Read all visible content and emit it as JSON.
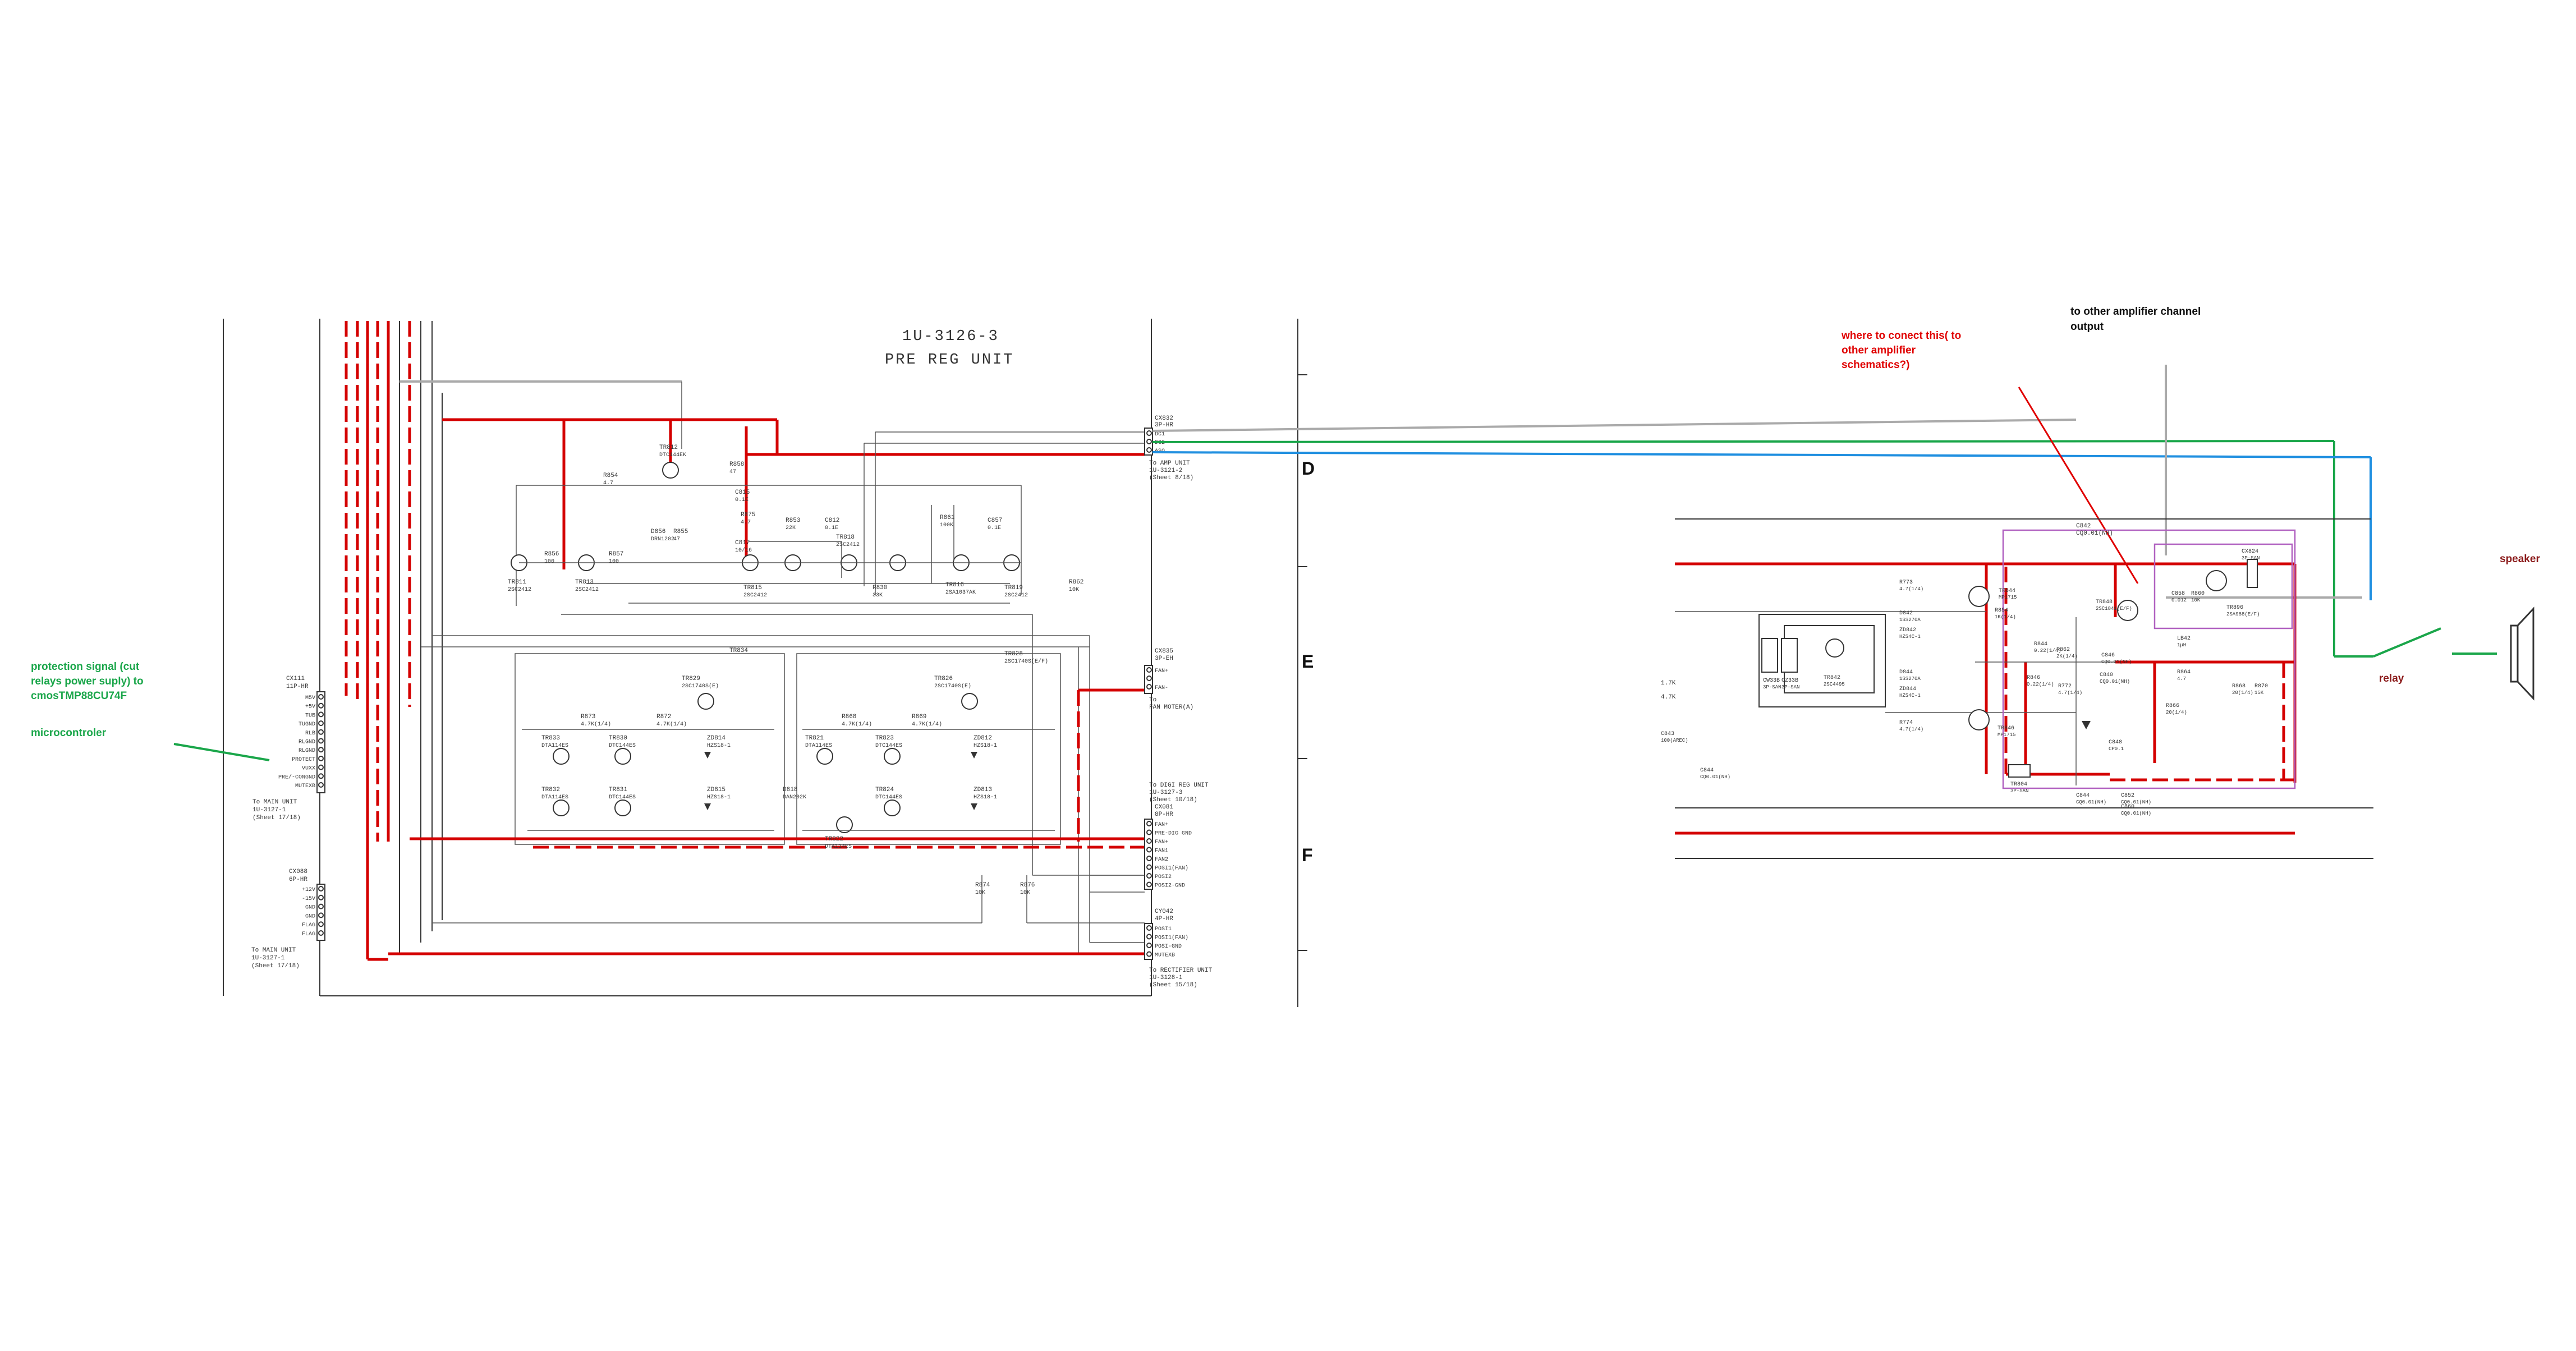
{
  "unit": {
    "title_code": "1U-3126-3",
    "title_name": "PRE REG UNIT"
  },
  "row_markers": [
    "D",
    "E",
    "F"
  ],
  "colors": {
    "power_red": "#d40000",
    "signal_green": "#1aa64a",
    "signal_blue": "#1f8fe0",
    "signal_gray": "#aaaaaa",
    "annotation_red": "#e00000",
    "annotation_green": "#1aa64a",
    "annotation_black": "#111111",
    "annotation_maroon": "#8b1a1a",
    "outline_magenta": "#b060c0"
  },
  "annotations": {
    "protection_line1": "protection signal (cut",
    "protection_line2": "relays power suply) to",
    "protection_line3": "cmosTMP88CU74F",
    "microcontroler": "microcontroler",
    "where_line1": "where to conect this( to",
    "where_line2": "other amplifier",
    "where_line3": "schematics?)",
    "other_ch_line1": "to other amplifier channel",
    "other_ch_line2": "output",
    "speaker": "speaker",
    "relay": "relay"
  },
  "connectors": {
    "cx111": {
      "name": "CX111",
      "type": "11P-HR",
      "pins": [
        "M5V",
        "+5V",
        "TUB",
        "TUGND",
        "RLB",
        "RLGND",
        "RLGND",
        "PROTECT",
        "VUXX",
        "PRE/-CONGND",
        "MUTEXB"
      ],
      "dest": [
        "To MAIN UNIT",
        "1U-3127-1",
        "(Sheet 17/18)"
      ]
    },
    "cx088": {
      "name": "CX088",
      "type": "6P-HR",
      "pins": [
        "+12V",
        "-15V",
        "GND",
        "GND",
        "FLAG",
        "FLAG"
      ],
      "dest": [
        "To MAIN UNIT",
        "1U-3127-1",
        "(Sheet 17/18)"
      ]
    },
    "cx832": {
      "name": "CX832",
      "type": "3P-HR",
      "pins": [
        "DC1",
        "DC2",
        "ASO"
      ],
      "dest": [
        "To AMP UNIT",
        "1U-3121-2",
        "(Sheet 8/18)"
      ]
    },
    "cx835": {
      "name": "CX835",
      "type": "3P-EH",
      "pins": [
        "FAN+",
        "",
        "FAN-"
      ],
      "dest": [
        "To",
        "FAN MOTER(A)"
      ]
    },
    "cx081": {
      "name": "CX081",
      "type": "8P-HR",
      "pins": [
        "FAN+",
        "PRE-DIG GND",
        "FAN+",
        "FAN1",
        "FAN2",
        "POSI1(FAN)",
        "POSI2",
        "POSI2-GND"
      ],
      "dest": [
        "To DIGI REG UNIT",
        "1U-3127-3",
        "(Sheet 10/18)"
      ]
    },
    "cy042": {
      "name": "CY042",
      "type": "4P-HR",
      "pins": [
        "POSI1",
        "POSI1(FAN)",
        "POSI-GND",
        "MUTEXB"
      ],
      "dest": [
        "To RECTIFIER UNIT",
        "1U-3128-1",
        "(Sheet 15/18)"
      ]
    }
  },
  "components_top": [
    {
      "ref": "TR811",
      "part": "2SC2412"
    },
    {
      "ref": "R856",
      "part": "100"
    },
    {
      "ref": "TR813",
      "part": "2SC2412"
    },
    {
      "ref": "R857",
      "part": "100"
    },
    {
      "ref": "R854",
      "part": "4.7"
    },
    {
      "ref": "TR812",
      "part": "DTC144EK"
    },
    {
      "ref": "D856",
      "part": "DRN1202"
    },
    {
      "ref": "R855",
      "part": "47"
    },
    {
      "ref": "R858",
      "part": "47"
    },
    {
      "ref": "C815",
      "part": "0.1E"
    },
    {
      "ref": "R875",
      "part": "4.7"
    },
    {
      "ref": "C817",
      "part": "10/16"
    },
    {
      "ref": "TR815",
      "part": "2SC2412"
    },
    {
      "ref": "R853",
      "part": "22K"
    },
    {
      "ref": "TR818",
      "part": "2SC2412"
    },
    {
      "ref": "C812",
      "part": "0.1E"
    },
    {
      "ref": "R830",
      "part": "33K"
    },
    {
      "ref": "TR816",
      "part": "2SA1037AK"
    },
    {
      "ref": "R861",
      "part": "100K"
    },
    {
      "ref": "C857",
      "part": "0.1E"
    },
    {
      "ref": "TR819",
      "part": "2SC2412"
    },
    {
      "ref": "R862",
      "part": "10K"
    }
  ],
  "components_mid": [
    {
      "ref": "TR834",
      "part": ""
    },
    {
      "ref": "TR828",
      "part": "2SC1740S(E/F)"
    },
    {
      "ref": "TR829",
      "part": "2SC1740S(E)"
    },
    {
      "ref": "R873",
      "part": "4.7K(1/4)"
    },
    {
      "ref": "R872",
      "part": "4.7K(1/4)"
    },
    {
      "ref": "TR833",
      "part": "DTA114ES"
    },
    {
      "ref": "TR830",
      "part": "DTC144ES"
    },
    {
      "ref": "ZD814",
      "part": "HZS18-1"
    },
    {
      "ref": "TR832",
      "part": "DTA114ES"
    },
    {
      "ref": "TR831",
      "part": "DTC144ES"
    },
    {
      "ref": "ZD815",
      "part": "HZS18-1"
    },
    {
      "ref": "TR826",
      "part": "2SC1740S(E)"
    },
    {
      "ref": "R868",
      "part": "4.7K(1/4)"
    },
    {
      "ref": "R869",
      "part": "4.7K(1/4)"
    },
    {
      "ref": "TR821",
      "part": "DTA114ES"
    },
    {
      "ref": "TR823",
      "part": "DTC144ES"
    },
    {
      "ref": "ZD812",
      "part": "HZS18-1"
    },
    {
      "ref": "D818",
      "part": "DAN202K"
    },
    {
      "ref": "TR822",
      "part": "DTA114ES"
    },
    {
      "ref": "TR824",
      "part": "DTC144ES"
    },
    {
      "ref": "ZD813",
      "part": "HZS18-1"
    },
    {
      "ref": "R874",
      "part": "10K"
    },
    {
      "ref": "R876",
      "part": "10K"
    }
  ],
  "amp_section": {
    "c842": "C842",
    "cq": "CQ0.01(NH)",
    "components": [
      {
        "ref": "R773",
        "part": "4.7(1/4)"
      },
      {
        "ref": "D842",
        "part": "1SS270A"
      },
      {
        "ref": "ZD842",
        "part": "HZS4C-1"
      },
      {
        "ref": "TR844",
        "part": "MP1715"
      },
      {
        "ref": "R854",
        "part": "1K(1/4)"
      },
      {
        "ref": "R844",
        "part": "0.22(1/4)"
      },
      {
        "ref": "R846",
        "part": "0.22(1/4)"
      },
      {
        "ref": "R862",
        "part": "2K(1/4)"
      },
      {
        "ref": "TR848",
        "part": "2SC1841(E/F)"
      },
      {
        "ref": "C846",
        "part": "CQ0.01(NH)"
      },
      {
        "ref": "D844",
        "part": "1SS270A"
      },
      {
        "ref": "ZD844",
        "part": "HZS4C-1"
      },
      {
        "ref": "R774",
        "part": "4.7(1/4)"
      },
      {
        "ref": "TR846",
        "part": "MP1715"
      },
      {
        "ref": "R772",
        "part": "4.7(1/4)"
      },
      {
        "ref": "C858",
        "part": "0.012"
      },
      {
        "ref": "R860",
        "part": "10K"
      },
      {
        "ref": "TR896",
        "part": "2SA988(E/F)"
      },
      {
        "ref": "LB42",
        "part": "1µH"
      },
      {
        "ref": "R864",
        "part": "4.7"
      },
      {
        "ref": "R866",
        "part": "20(1/4)"
      },
      {
        "ref": "R868",
        "part": "20(1/4)"
      },
      {
        "ref": "R870",
        "part": "15K"
      },
      {
        "ref": "C840",
        "part": "CQ0.01(NH)"
      },
      {
        "ref": "C848",
        "part": "CP0.1"
      },
      {
        "ref": "C844",
        "part": "CQ0.01(NH)"
      },
      {
        "ref": "C852",
        "part": "CQ0.01(NH)"
      },
      {
        "ref": "C860",
        "part": "CQ0.01(NH)"
      }
    ],
    "connectors": [
      {
        "name": "CW33B",
        "type": "3P-SAN"
      },
      {
        "name": "CZ33B",
        "type": "3P-SAN"
      },
      {
        "name": "TR842",
        "type": "2SC4495"
      },
      {
        "name": "C844",
        "type": "CQ0.01(NH)"
      },
      {
        "name": "C843",
        "type": "100(AREC)"
      },
      {
        "name": "TR804",
        "type": "3P-SAN"
      },
      {
        "name": "CX824",
        "type": "3P-SAN"
      }
    ],
    "side_labels": [
      "1.7K",
      "4.7K"
    ]
  }
}
